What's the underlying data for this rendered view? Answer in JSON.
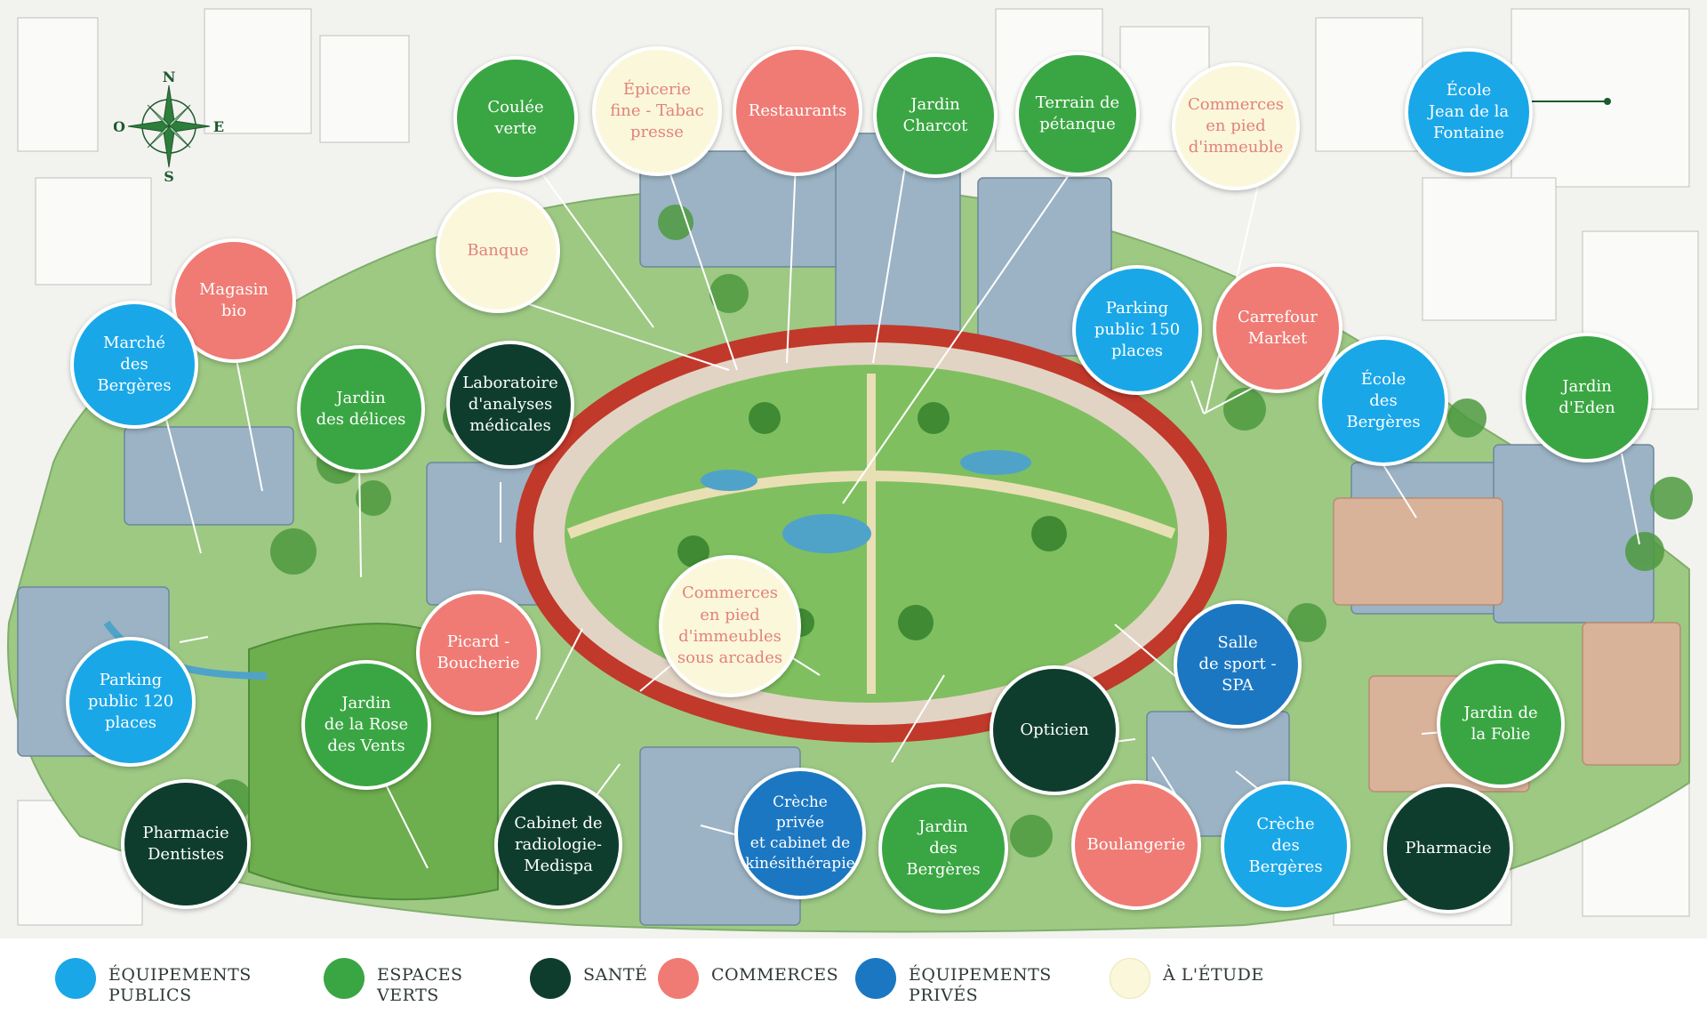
{
  "compass": {
    "north": "N",
    "east": "E",
    "south": "S",
    "west": "O"
  },
  "colors": {
    "public": "#19a7e8",
    "green": "#3aa643",
    "sante": "#0e3d2e",
    "commerce": "#ef7b74",
    "prive": "#1b77c2",
    "etude": "#fbf7db",
    "etude_text": "#e1837a"
  },
  "pois": [
    {
      "label": "Coulée\nverte",
      "category": "green"
    },
    {
      "label": "Épicerie\nfine - Tabac\npresse",
      "category": "etude"
    },
    {
      "label": "Restaurants",
      "category": "commerce"
    },
    {
      "label": "Jardin\nCharcot",
      "category": "green"
    },
    {
      "label": "Terrain de\npétanque",
      "category": "green"
    },
    {
      "label": "Commerces\nen pied\nd'immeuble",
      "category": "etude"
    },
    {
      "label": "École\nJean de la\nFontaine",
      "category": "public"
    },
    {
      "label": "Banque",
      "category": "etude"
    },
    {
      "label": "Magasin\nbio",
      "category": "commerce"
    },
    {
      "label": "Marché\ndes\nBergères",
      "category": "public"
    },
    {
      "label": "Jardin\ndes délices",
      "category": "green"
    },
    {
      "label": "Laboratoire\nd'analyses\nmédicales",
      "category": "sante"
    },
    {
      "label": "Parking\npublic 150\nplaces",
      "category": "public"
    },
    {
      "label": "Carrefour\nMarket",
      "category": "commerce"
    },
    {
      "label": "École\ndes\nBergères",
      "category": "public"
    },
    {
      "label": "Jardin\nd'Eden",
      "category": "green"
    },
    {
      "label": "Commerces\nen pied\nd'immeubles\nsous arcades",
      "category": "etude"
    },
    {
      "label": "Picard -\nBoucherie",
      "category": "commerce"
    },
    {
      "label": "Salle\nde sport -\nSPA",
      "category": "prive"
    },
    {
      "label": "Parking\npublic 120\nplaces",
      "category": "public"
    },
    {
      "label": "Jardin\nde la Rose\ndes Vents",
      "category": "green"
    },
    {
      "label": "Opticien",
      "category": "sante"
    },
    {
      "label": "Jardin de\nla Folie",
      "category": "green"
    },
    {
      "label": "Pharmacie\nDentistes",
      "category": "sante"
    },
    {
      "label": "Cabinet de\nradiologie-\nMedispa",
      "category": "sante"
    },
    {
      "label": "Crèche\nprivée\net cabinet de\nkinésithérapie",
      "category": "prive"
    },
    {
      "label": "Jardin\ndes\nBergères",
      "category": "green"
    },
    {
      "label": "Boulangerie",
      "category": "commerce"
    },
    {
      "label": "Crèche\ndes\nBergères",
      "category": "public"
    },
    {
      "label": "Pharmacie",
      "category": "sante"
    }
  ],
  "legend": [
    {
      "label": "ÉQUIPEMENTS\nPUBLICS",
      "category": "public"
    },
    {
      "label": "ESPACES\nVERTS",
      "category": "green"
    },
    {
      "label": "SANTÉ",
      "category": "sante"
    },
    {
      "label": "COMMERCES",
      "category": "commerce"
    },
    {
      "label": "ÉQUIPEMENTS\nPRIVÉS",
      "category": "prive"
    },
    {
      "label": "À L'ÉTUDE",
      "category": "etude"
    }
  ]
}
